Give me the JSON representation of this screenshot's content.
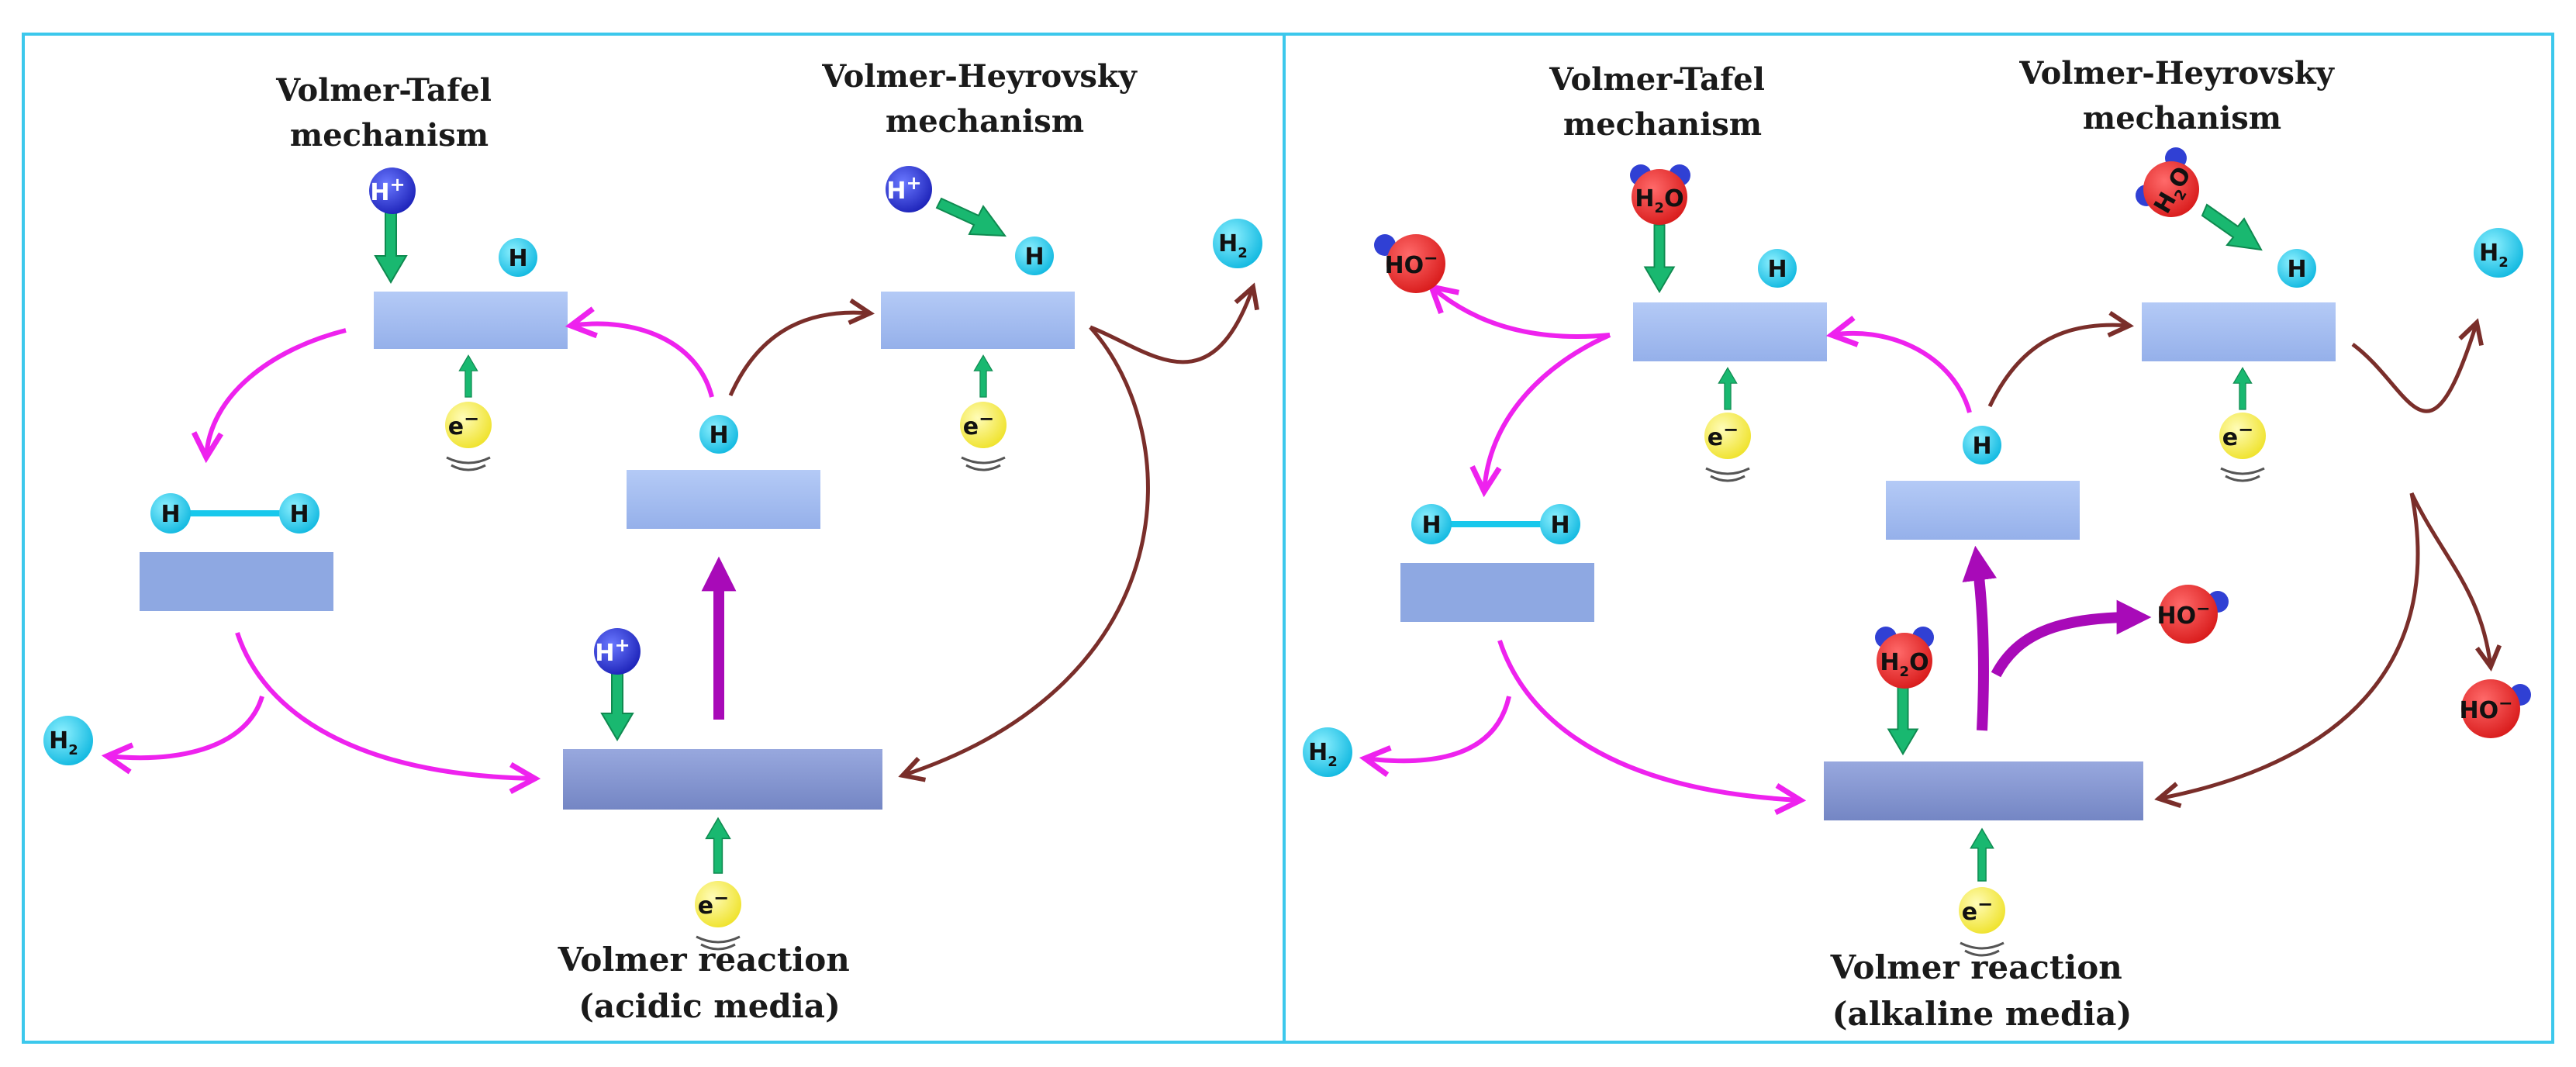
{
  "labels": {
    "left_vt": [
      "Volmer-Tafel",
      "mechanism"
    ],
    "left_vh": [
      "Volmer-Heyrovsky",
      "mechanism"
    ],
    "left_volmer": [
      "Volmer reaction",
      "(acidic media)"
    ],
    "right_vt": [
      "Volmer-Tafel",
      "mechanism"
    ],
    "right_vh": [
      "Volmer-Heyrovsky",
      "mechanism"
    ],
    "right_volmer": [
      "Volmer reaction",
      "(alkaline media)"
    ]
  },
  "species": {
    "H": "H",
    "H_plus": "H",
    "plus_sign": "+",
    "electron": "e",
    "minus_sign": "−",
    "H2": "H",
    "sub_2": "2",
    "water_H": "H",
    "water_O": "O",
    "hydroxide": "HO",
    "hydroxide_minus": "−"
  },
  "colors": {
    "frame": "#3cc8ec",
    "magenta_arrow": "#ee22ee",
    "purple_arrow": "#a80ab8",
    "brown_arrow": "#7a2e2a",
    "green_arrow": "#19b870",
    "surface_light": "#a4bdf2",
    "surface_mid": "#8ea8e2",
    "surface_dark": "#7f92cc",
    "H_atom": "#18c8ec",
    "proton": "#2430d4",
    "electron": "#f4ec38",
    "water": "#ea2a2a",
    "hydroxide": "#ea2a2a"
  },
  "icons": {
    "electron": "electron-icon",
    "proton": "proton-icon",
    "hydrogen_atom": "hydrogen-atom-icon",
    "hydrogen_molecule": "hydrogen-molecule-icon",
    "water": "water-molecule-icon",
    "hydroxide": "hydroxide-ion-icon"
  }
}
